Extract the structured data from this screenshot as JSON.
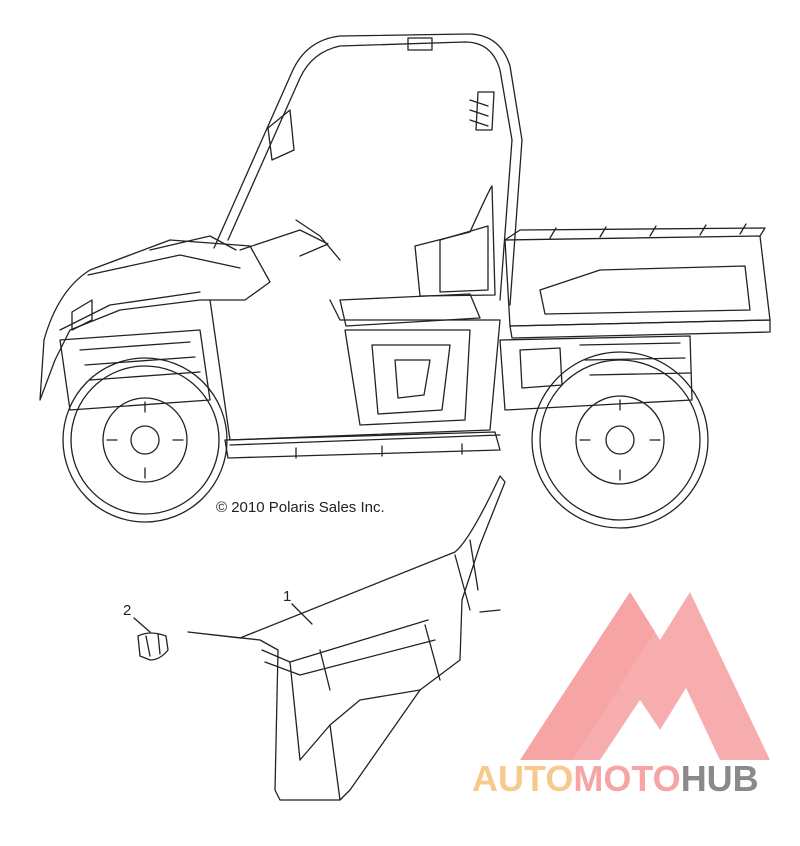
{
  "diagram": {
    "copyright": "© 2010 Polaris Sales Inc.",
    "callouts": [
      {
        "id": "1",
        "label": "1"
      },
      {
        "id": "2",
        "label": "2"
      }
    ]
  },
  "watermark": {
    "segments": [
      {
        "text": "AUTO",
        "color": "#f7c98c"
      },
      {
        "text": "MOTO",
        "color": "#f6a4a4"
      },
      {
        "text": "HUB",
        "color": "#8a8a8a"
      }
    ],
    "logo_color": "#f6a4a4"
  }
}
